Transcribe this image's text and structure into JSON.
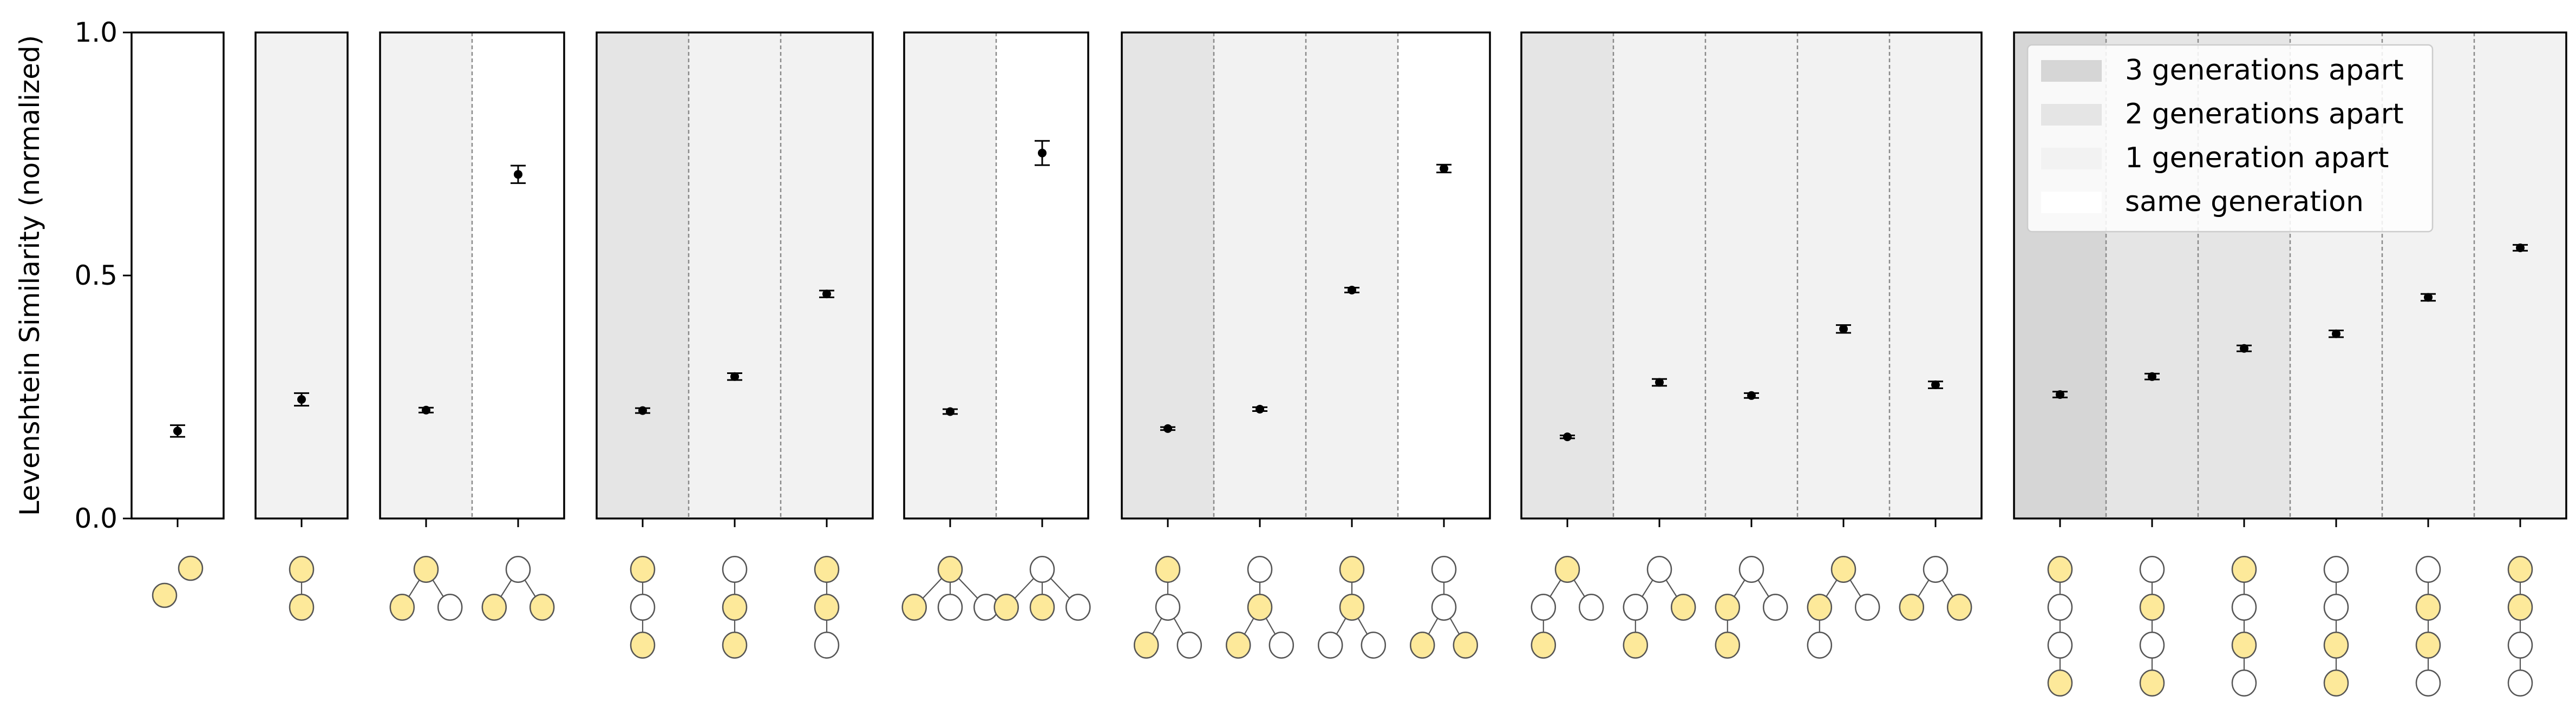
{
  "chart_data": {
    "type": "scatter",
    "ylabel": "Levenshtein Similarity (normalized)",
    "ylim": [
      0.0,
      1.0
    ],
    "yticks": [
      {
        "value": 0.0,
        "label": "0.0"
      },
      {
        "value": 0.5,
        "label": "0.5"
      },
      {
        "value": 1.0,
        "label": "1.0"
      }
    ],
    "grid": false,
    "legend_position": "top-right (inside last panel)",
    "colors": {
      "gen3": "#d6d6d6",
      "gen2": "#e5e5e5",
      "gen1": "#f2f2f2",
      "gen0": "#ffffff",
      "node_fill_yellow": "#fde99a",
      "node_fill_white": "#ffffff",
      "node_stroke": "#555555",
      "marker": "#000000",
      "divider": "#8a8a8a"
    },
    "legend": [
      {
        "gen": 3,
        "label": "3 generations apart"
      },
      {
        "gen": 2,
        "label": "2 generations apart"
      },
      {
        "gen": 1,
        "label": "1 generation apart"
      },
      {
        "gen": 0,
        "label": "same generation"
      }
    ],
    "panels": [
      {
        "points": [
          {
            "gen": 0,
            "y": 0.18,
            "err": 0.012
          }
        ]
      },
      {
        "points": [
          {
            "gen": 1,
            "y": 0.245,
            "err": 0.013
          }
        ]
      },
      {
        "points": [
          {
            "gen": 1,
            "y": 0.223,
            "err": 0.005
          },
          {
            "gen": 0,
            "y": 0.708,
            "err": 0.018
          }
        ]
      },
      {
        "points": [
          {
            "gen": 2,
            "y": 0.222,
            "err": 0.005
          },
          {
            "gen": 1,
            "y": 0.292,
            "err": 0.007
          },
          {
            "gen": 1,
            "y": 0.462,
            "err": 0.007
          }
        ]
      },
      {
        "points": [
          {
            "gen": 1,
            "y": 0.22,
            "err": 0.005
          },
          {
            "gen": 0,
            "y": 0.752,
            "err": 0.025
          }
        ]
      },
      {
        "points": [
          {
            "gen": 2,
            "y": 0.185,
            "err": 0.003
          },
          {
            "gen": 1,
            "y": 0.225,
            "err": 0.004
          },
          {
            "gen": 1,
            "y": 0.47,
            "err": 0.005
          },
          {
            "gen": 0,
            "y": 0.72,
            "err": 0.008
          }
        ]
      },
      {
        "points": [
          {
            "gen": 2,
            "y": 0.168,
            "err": 0.003
          },
          {
            "gen": 1,
            "y": 0.28,
            "err": 0.007
          },
          {
            "gen": 1,
            "y": 0.253,
            "err": 0.005
          },
          {
            "gen": 1,
            "y": 0.39,
            "err": 0.008
          },
          {
            "gen": 1,
            "y": 0.275,
            "err": 0.007
          }
        ]
      },
      {
        "points": [
          {
            "gen": 3,
            "y": 0.255,
            "err": 0.006
          },
          {
            "gen": 2,
            "y": 0.292,
            "err": 0.006
          },
          {
            "gen": 2,
            "y": 0.35,
            "err": 0.006
          },
          {
            "gen": 1,
            "y": 0.38,
            "err": 0.007
          },
          {
            "gen": 1,
            "y": 0.455,
            "err": 0.007
          },
          {
            "gen": 1,
            "y": 0.557,
            "err": 0.006
          }
        ]
      }
    ],
    "x_glyphs_description": "Each x position is labelled by a small tree-shaped node diagram: yellow circles mark the two compared nodes, white circles mark other nodes, thin lines are edges.",
    "x_glyphs": [
      [
        {
          "nodes": [
            [
              "n",
              0,
              0
            ],
            [
              "y",
              0.5,
              -0.5
            ]
          ],
          "edges": [],
          "yellow": [
            0,
            1
          ],
          "_note": "two separate yellow nodes"
        }
      ],
      [
        {
          "nodes": [
            [
              0,
              0
            ],
            [
              0,
              1
            ]
          ],
          "edges": [
            [
              0,
              1
            ]
          ],
          "yellow": [
            0,
            1
          ]
        }
      ],
      [
        {
          "nodes": [
            [
              0,
              0
            ],
            [
              -0.5,
              1
            ],
            [
              0.5,
              1
            ]
          ],
          "edges": [
            [
              0,
              1
            ],
            [
              0,
              2
            ]
          ],
          "yellow": [
            0,
            1
          ]
        },
        {
          "nodes": [
            [
              0,
              0
            ],
            [
              -0.5,
              1
            ],
            [
              0.5,
              1
            ]
          ],
          "edges": [
            [
              0,
              1
            ],
            [
              0,
              2
            ]
          ],
          "yellow": [
            1,
            2
          ]
        }
      ],
      [
        {
          "nodes": [
            [
              0,
              0
            ],
            [
              0,
              1
            ],
            [
              0,
              2
            ]
          ],
          "edges": [
            [
              0,
              1
            ],
            [
              1,
              2
            ]
          ],
          "yellow": [
            0,
            2
          ]
        },
        {
          "nodes": [
            [
              0,
              0
            ],
            [
              0,
              1
            ],
            [
              0,
              2
            ]
          ],
          "edges": [
            [
              0,
              1
            ],
            [
              1,
              2
            ]
          ],
          "yellow": [
            1,
            2
          ]
        },
        {
          "nodes": [
            [
              0,
              0
            ],
            [
              0,
              1
            ],
            [
              0,
              2
            ]
          ],
          "edges": [
            [
              0,
              1
            ],
            [
              1,
              2
            ]
          ],
          "yellow": [
            0,
            1
          ]
        }
      ],
      [
        {
          "nodes": [
            [
              0,
              0
            ],
            [
              -0.75,
              1
            ],
            [
              0,
              1
            ],
            [
              0.75,
              1
            ]
          ],
          "edges": [
            [
              0,
              1
            ],
            [
              0,
              2
            ],
            [
              0,
              3
            ]
          ],
          "yellow": [
            0,
            1
          ]
        },
        {
          "nodes": [
            [
              0,
              0
            ],
            [
              -0.75,
              1
            ],
            [
              0,
              1
            ],
            [
              0.75,
              1
            ]
          ],
          "edges": [
            [
              0,
              1
            ],
            [
              0,
              2
            ],
            [
              0,
              3
            ]
          ],
          "yellow": [
            1,
            2
          ]
        }
      ],
      [
        {
          "nodes": [
            [
              0,
              0
            ],
            [
              0,
              1
            ],
            [
              -0.45,
              2
            ],
            [
              0.45,
              2
            ]
          ],
          "edges": [
            [
              0,
              1
            ],
            [
              1,
              2
            ],
            [
              1,
              3
            ]
          ],
          "yellow": [
            0,
            2
          ]
        },
        {
          "nodes": [
            [
              0,
              0
            ],
            [
              0,
              1
            ],
            [
              -0.45,
              2
            ],
            [
              0.45,
              2
            ]
          ],
          "edges": [
            [
              0,
              1
            ],
            [
              1,
              2
            ],
            [
              1,
              3
            ]
          ],
          "yellow": [
            1,
            2
          ]
        },
        {
          "nodes": [
            [
              0,
              0
            ],
            [
              0,
              1
            ],
            [
              -0.45,
              2
            ],
            [
              0.45,
              2
            ]
          ],
          "edges": [
            [
              0,
              1
            ],
            [
              1,
              2
            ],
            [
              1,
              3
            ]
          ],
          "yellow": [
            0,
            1
          ]
        },
        {
          "nodes": [
            [
              0,
              0
            ],
            [
              0,
              1
            ],
            [
              -0.45,
              2
            ],
            [
              0.45,
              2
            ]
          ],
          "edges": [
            [
              0,
              1
            ],
            [
              1,
              2
            ],
            [
              1,
              3
            ]
          ],
          "yellow": [
            2,
            3
          ]
        }
      ],
      [
        {
          "nodes": [
            [
              0,
              0
            ],
            [
              -0.5,
              1
            ],
            [
              0.5,
              1
            ],
            [
              -0.5,
              2
            ]
          ],
          "edges": [
            [
              0,
              1
            ],
            [
              0,
              2
            ],
            [
              1,
              3
            ]
          ],
          "yellow": [
            0,
            3
          ]
        },
        {
          "nodes": [
            [
              0,
              0
            ],
            [
              -0.5,
              1
            ],
            [
              0.5,
              1
            ],
            [
              -0.5,
              2
            ]
          ],
          "edges": [
            [
              0,
              1
            ],
            [
              0,
              2
            ],
            [
              1,
              3
            ]
          ],
          "yellow": [
            2,
            3
          ]
        },
        {
          "nodes": [
            [
              0,
              0
            ],
            [
              -0.5,
              1
            ],
            [
              0.5,
              1
            ],
            [
              -0.5,
              2
            ]
          ],
          "edges": [
            [
              0,
              1
            ],
            [
              0,
              2
            ],
            [
              1,
              3
            ]
          ],
          "yellow": [
            1,
            3
          ]
        },
        {
          "nodes": [
            [
              0,
              0
            ],
            [
              -0.5,
              1
            ],
            [
              0.5,
              1
            ],
            [
              -0.5,
              2
            ]
          ],
          "edges": [
            [
              0,
              1
            ],
            [
              0,
              2
            ],
            [
              1,
              3
            ]
          ],
          "yellow": [
            0,
            1
          ]
        },
        {
          "nodes": [
            [
              0,
              0
            ],
            [
              -0.5,
              1
            ],
            [
              0.5,
              1
            ]
          ],
          "edges": [
            [
              0,
              1
            ],
            [
              0,
              2
            ]
          ],
          "yellow": [
            1,
            2
          ],
          "_note": "last tree drawn shorter"
        }
      ],
      [
        {
          "nodes": [
            [
              0,
              0
            ],
            [
              0,
              1
            ],
            [
              0,
              2
            ],
            [
              0,
              3
            ]
          ],
          "edges": [
            [
              0,
              1
            ],
            [
              1,
              2
            ],
            [
              2,
              3
            ]
          ],
          "yellow": [
            0,
            3
          ]
        },
        {
          "nodes": [
            [
              0,
              0
            ],
            [
              0,
              1
            ],
            [
              0,
              2
            ],
            [
              0,
              3
            ]
          ],
          "edges": [
            [
              0,
              1
            ],
            [
              1,
              2
            ],
            [
              2,
              3
            ]
          ],
          "yellow": [
            1,
            3
          ]
        },
        {
          "nodes": [
            [
              0,
              0
            ],
            [
              0,
              1
            ],
            [
              0,
              2
            ],
            [
              0,
              3
            ]
          ],
          "edges": [
            [
              0,
              1
            ],
            [
              1,
              2
            ],
            [
              2,
              3
            ]
          ],
          "yellow": [
            0,
            2
          ]
        },
        {
          "nodes": [
            [
              0,
              0
            ],
            [
              0,
              1
            ],
            [
              0,
              2
            ],
            [
              0,
              3
            ]
          ],
          "edges": [
            [
              0,
              1
            ],
            [
              1,
              2
            ],
            [
              2,
              3
            ]
          ],
          "yellow": [
            2,
            3
          ]
        },
        {
          "nodes": [
            [
              0,
              0
            ],
            [
              0,
              1
            ],
            [
              0,
              2
            ],
            [
              0,
              3
            ]
          ],
          "edges": [
            [
              0,
              1
            ],
            [
              1,
              2
            ],
            [
              2,
              3
            ]
          ],
          "yellow": [
            1,
            2
          ]
        },
        {
          "nodes": [
            [
              0,
              0
            ],
            [
              0,
              1
            ],
            [
              0,
              2
            ],
            [
              0,
              3
            ]
          ],
          "edges": [
            [
              0,
              1
            ],
            [
              1,
              2
            ],
            [
              2,
              3
            ]
          ],
          "yellow": [
            0,
            1
          ]
        }
      ]
    ]
  }
}
